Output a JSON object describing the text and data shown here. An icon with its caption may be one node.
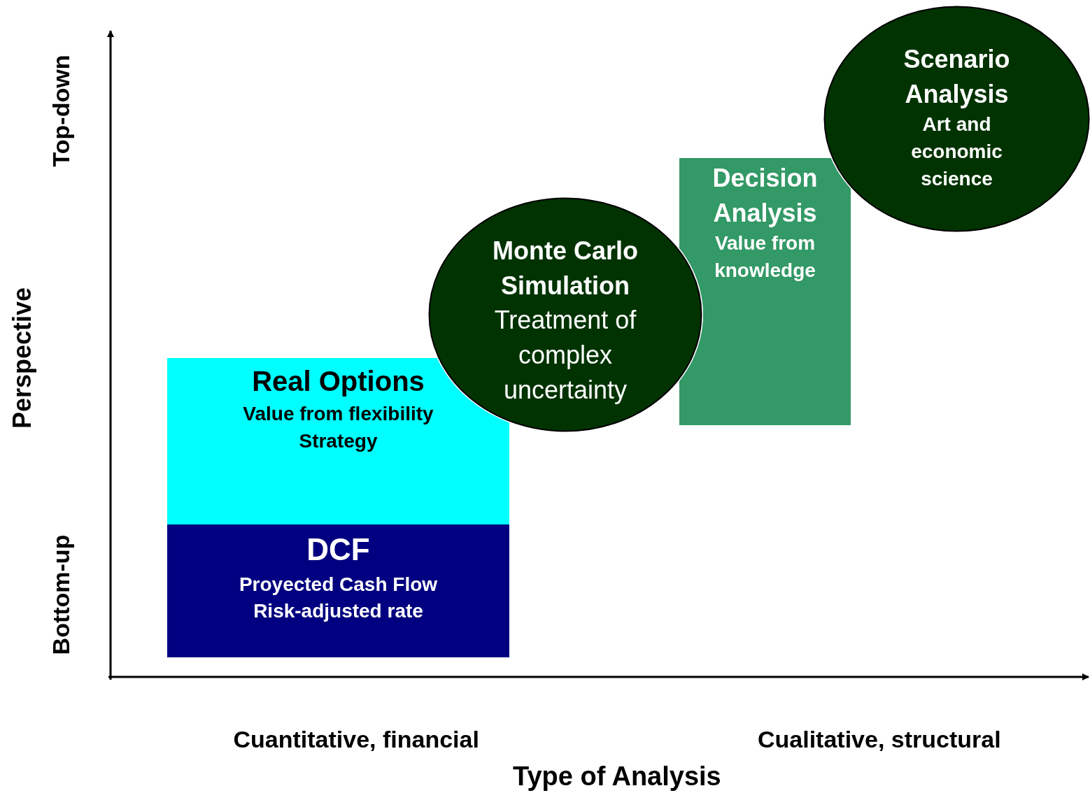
{
  "diagram": {
    "nodes": [
      {
        "text": [
          "Real Options",
          "Value from flexibility",
          "Strategy"
        ]
      },
      {
        "text": [
          "DCF",
          "Proyected Cash Flow",
          "Risk-adjusted rate"
        ]
      },
      {
        "text": [
          "Monte Carlo Simulation",
          "Treatment of complex uncertainty"
        ]
      },
      {
        "text": [
          "Decision Analysis",
          "Value from knowledge"
        ]
      },
      {
        "text": [
          "Scenario Analysis",
          "Art and economic science"
        ]
      }
    ],
    "edges": [],
    "labels": [
      "Top-down",
      "Perspective",
      "Bottom-up",
      "Cuantitative, financial",
      "Cualitative, structural",
      "Type of Analysis"
    ]
  }
}
